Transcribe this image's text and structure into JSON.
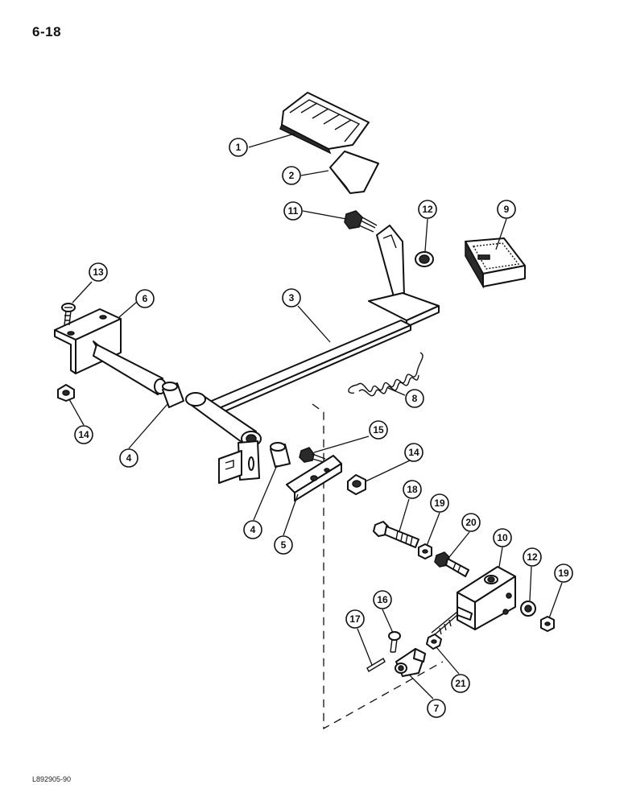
{
  "page": {
    "number": "6-18",
    "reference": "L892905-90"
  },
  "callouts": [
    "1",
    "2",
    "3",
    "4",
    "5",
    "6",
    "7",
    "8",
    "9",
    "10",
    "11",
    "12",
    "13",
    "14",
    "15",
    "16",
    "17",
    "18",
    "19",
    "20",
    "21"
  ]
}
